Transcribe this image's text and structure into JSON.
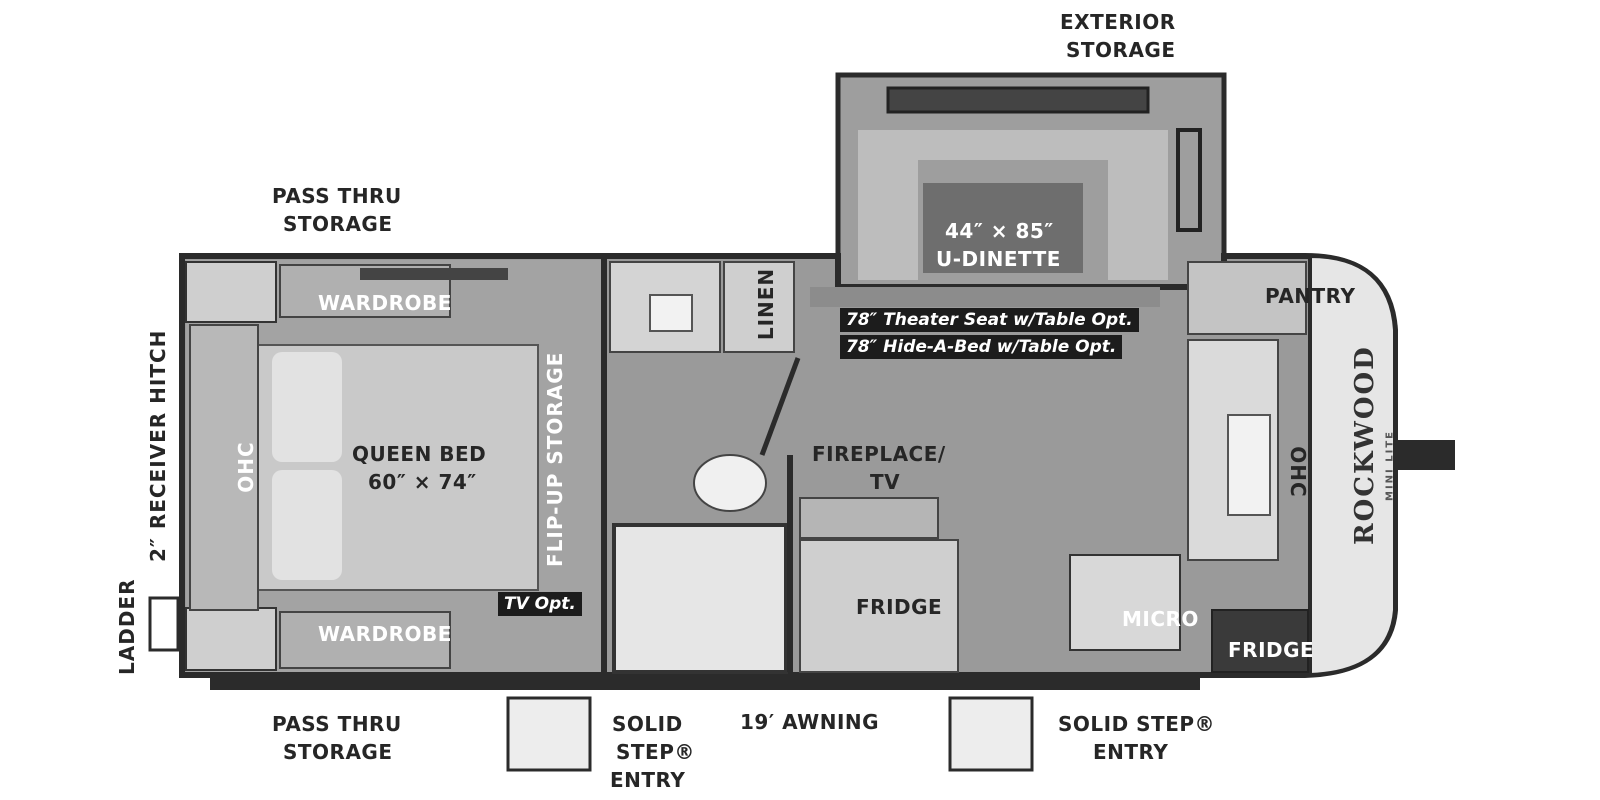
{
  "labels": {
    "exterior_storage_1": "EXTERIOR",
    "exterior_storage_2": "STORAGE",
    "pass_thru_top_1": "PASS THRU",
    "pass_thru_top_2": "STORAGE",
    "pass_thru_bottom_1": "PASS THRU",
    "pass_thru_bottom_2": "STORAGE",
    "wardrobe_top": "WARDROBE",
    "wardrobe_bottom": "WARDROBE",
    "linen": "LINEN",
    "dinette_size": "44″ × 85″",
    "dinette_name": "U-DINETTE",
    "theater_seat": "78″ Theater Seat w/Table Opt.",
    "hide_a_bed": "78″ Hide-A-Bed w/Table Opt.",
    "pantry": "PANTRY",
    "queen_bed": "QUEEN BED",
    "queen_bed_size": "60″ × 74″",
    "ohc_left": "OHC",
    "ohc_right": "OHC",
    "flip_up_storage": "FLIP-UP STORAGE",
    "receiver_hitch": "2″ RECEIVER HITCH",
    "ladder": "LADDER",
    "fireplace_1": "FIREPLACE/",
    "fireplace_2": "TV",
    "fridge_center": "FRIDGE",
    "tv_opt": "TV Opt.",
    "micro": "MICRO",
    "fridge_right": "FRIDGE",
    "step_entry_left_1": "SOLID",
    "step_entry_left_2": "STEP®",
    "step_entry_left_3": "ENTRY",
    "awning": "19′ AWNING",
    "step_entry_right_1": "SOLID STEP®",
    "step_entry_right_2": "ENTRY"
  },
  "brand": {
    "name": "ROCKWOOD",
    "sub": "MINI LITE"
  },
  "colors": {
    "wall": "#2b2b2b",
    "floor": "#9a9a9a",
    "furniture": "#b5b5b5",
    "bed": "#c4c4c4",
    "counter": "#d6d6d6",
    "label_bg": "#1c1c1c"
  }
}
